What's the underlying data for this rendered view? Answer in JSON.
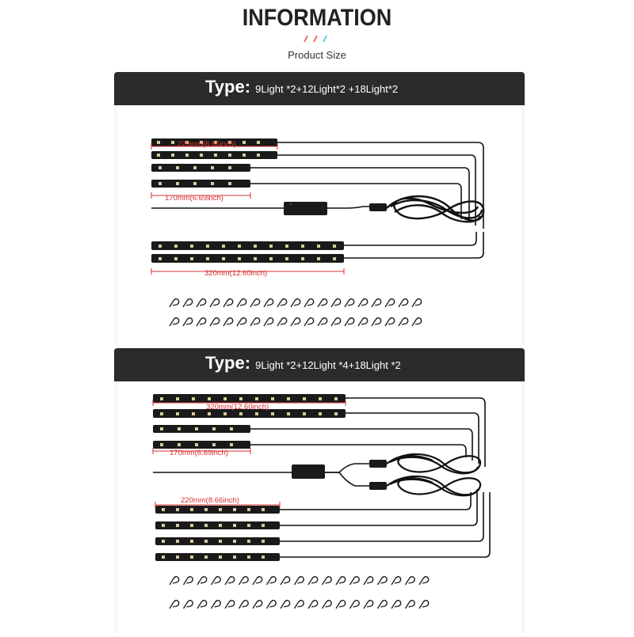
{
  "header": {
    "title": "INFORMATION",
    "subtitle": "Product Size",
    "accent_colors": [
      "#e8736b",
      "#e8736b",
      "#6ec6e8"
    ]
  },
  "panels": [
    {
      "type_label": "Type:",
      "type_value": "9Light *2+12Light*2 +18Light*2",
      "dimensions": {
        "short": "170mm(6.69inch)",
        "medium": "220mm(8.66inch)",
        "long": "320mm(12.60inch)"
      }
    },
    {
      "type_label": "Type:",
      "type_value": "9Light *2+12Light *4+18Light *2",
      "dimensions": {
        "short": "170mm(6.69inch)",
        "medium": "220mm(8.66inch)",
        "long": "320mm(12.60inch)"
      }
    }
  ],
  "colors": {
    "dimension_line": "#d83030",
    "strip": "#1a1a1a",
    "cable": "#111111",
    "panel_header": "#2b2b2b"
  }
}
